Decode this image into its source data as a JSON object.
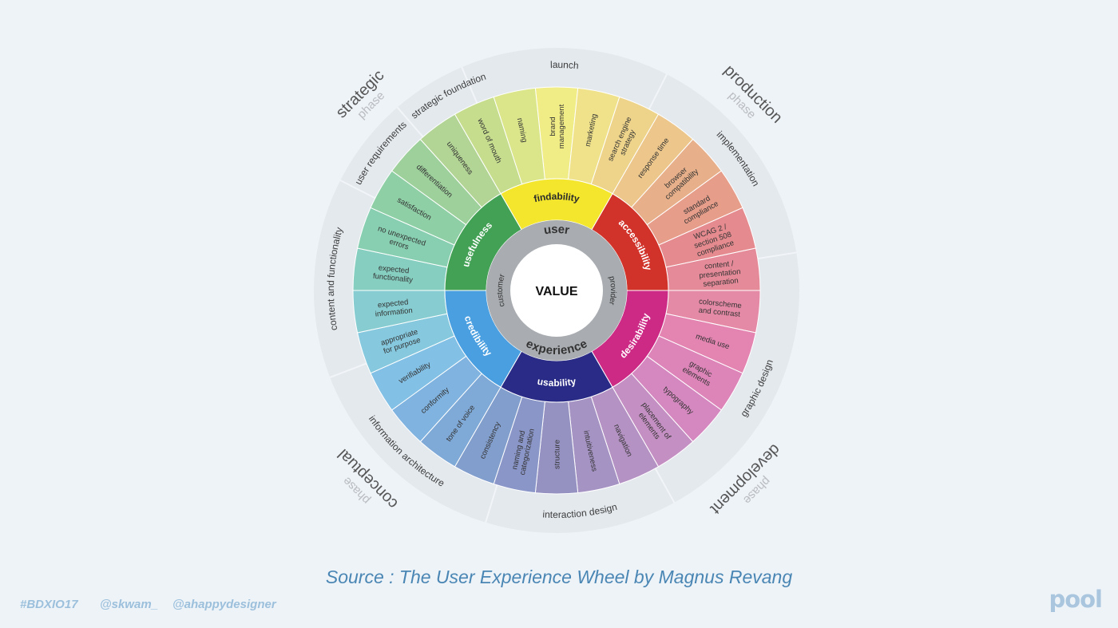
{
  "center": {
    "label": "VALUE",
    "left_label": "customer",
    "right_label": "provider"
  },
  "ring_labels": {
    "top": "user",
    "bottom": "experience"
  },
  "qualities": [
    {
      "label": "findability",
      "color": "#f3e62c",
      "text_color": "#2b2b2b"
    },
    {
      "label": "accessibility",
      "color": "#d1322a",
      "text_color": "#ffffff"
    },
    {
      "label": "desirability",
      "color": "#cd2a86",
      "text_color": "#ffffff"
    },
    {
      "label": "usability",
      "color": "#2a2b86",
      "text_color": "#ffffff"
    },
    {
      "label": "credibility",
      "color": "#4a9fe0",
      "text_color": "#ffffff"
    },
    {
      "label": "usefulness",
      "color": "#43a155",
      "text_color": "#ffffff"
    }
  ],
  "factors": [
    {
      "label": "brand management",
      "color": "#f0ec86"
    },
    {
      "label": "marketing",
      "color": "#efe28a"
    },
    {
      "label": "search engine strategy",
      "color": "#eed48a"
    },
    {
      "label": "response time",
      "color": "#ecc68a"
    },
    {
      "label": "browser compatibility",
      "color": "#e8b08a"
    },
    {
      "label": "standard compliance",
      "color": "#e69d8a"
    },
    {
      "label": "WCAG 2 / section 508 compliance",
      "color": "#e58b8f"
    },
    {
      "label": "content / presentation separation",
      "color": "#e58a98"
    },
    {
      "label": "colorscheme and contrast",
      "color": "#e58aa6"
    },
    {
      "label": "media use",
      "color": "#e384b1"
    },
    {
      "label": "graphic elements",
      "color": "#dd84b8"
    },
    {
      "label": "typography",
      "color": "#d488bf"
    },
    {
      "label": "placement of elements",
      "color": "#c48fc2"
    },
    {
      "label": "navigation",
      "color": "#b592c4"
    },
    {
      "label": "intuitiveness",
      "color": "#a593c4"
    },
    {
      "label": "structure",
      "color": "#9592c2"
    },
    {
      "label": "naming and categorization",
      "color": "#8a96c8"
    },
    {
      "label": "consistency",
      "color": "#829ecc"
    },
    {
      "label": "tone of voice",
      "color": "#7fa9d6"
    },
    {
      "label": "conformity",
      "color": "#80b3df"
    },
    {
      "label": "verifiability",
      "color": "#82c0e5"
    },
    {
      "label": "appropriate for purpose",
      "color": "#86c9df"
    },
    {
      "label": "expected information",
      "color": "#86ccd0"
    },
    {
      "label": "expected functionality",
      "color": "#86cec0"
    },
    {
      "label": "no unexpected errors",
      "color": "#88cfb2"
    },
    {
      "label": "satisfaction",
      "color": "#8ecfa6"
    },
    {
      "label": "differentiation",
      "color": "#9ed09c"
    },
    {
      "label": "uniqueness",
      "color": "#b2d494"
    },
    {
      "label": "word of mouth",
      "color": "#c6dd8e"
    },
    {
      "label": "naming",
      "color": "#dbe68a"
    }
  ],
  "disciplines": [
    {
      "label": "launch"
    },
    {
      "label": "implementation"
    },
    {
      "label": "graphic design"
    },
    {
      "label": "interaction design"
    },
    {
      "label": "information architecture"
    },
    {
      "label": "content and functionality"
    },
    {
      "label": "user requirements"
    },
    {
      "label": "strategic foundation"
    }
  ],
  "phases": [
    {
      "name": "strategic",
      "sub": "phase"
    },
    {
      "name": "production",
      "sub": "phase"
    },
    {
      "name": "development",
      "sub": "phase"
    },
    {
      "name": "conceptual",
      "sub": "phase"
    }
  ],
  "source": "Source : The User Experience Wheel by Magnus Revang",
  "footer": {
    "tag1": "#BDXIO17",
    "tag2": "@skwam_",
    "tag3": "@ahappydesigner",
    "logo": "pool"
  }
}
